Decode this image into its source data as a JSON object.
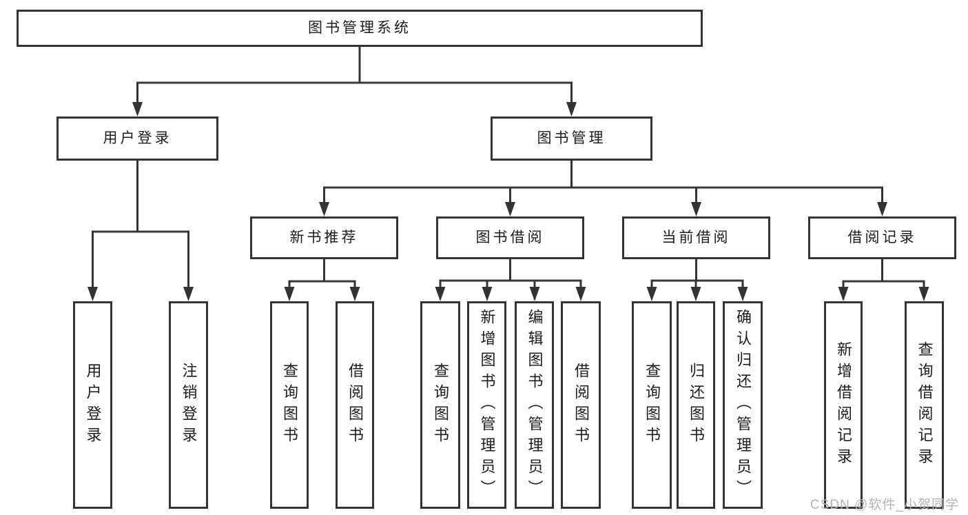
{
  "tree": {
    "root": {
      "label": "图书管理系统",
      "children": [
        {
          "label": "用户登录",
          "children": [
            {
              "label": "用户登录"
            },
            {
              "label": "注销登录"
            }
          ]
        },
        {
          "label": "图书管理",
          "children": [
            {
              "label": "新书推荐",
              "children": [
                {
                  "label": "查询图书"
                },
                {
                  "label": "借阅图书"
                }
              ]
            },
            {
              "label": "图书借阅",
              "children": [
                {
                  "label": "查询图书"
                },
                {
                  "label": "新增图书（管理员）"
                },
                {
                  "label": "编辑图书（管理员）"
                },
                {
                  "label": "借阅图书"
                }
              ]
            },
            {
              "label": "当前借阅",
              "children": [
                {
                  "label": "查询图书"
                },
                {
                  "label": "归还图书"
                },
                {
                  "label": "确认归还（管理员）"
                }
              ]
            },
            {
              "label": "借阅记录",
              "children": [
                {
                  "label": "新增借阅记录"
                },
                {
                  "label": "查询借阅记录"
                }
              ]
            }
          ]
        }
      ]
    }
  },
  "watermark": {
    "text": "CSDN @软件_小贺同学"
  },
  "colors": {
    "line": "#333333",
    "box_border": "#333333",
    "text": "#1c1c1c",
    "watermark": "#b3b3b3",
    "background": "#ffffff"
  }
}
